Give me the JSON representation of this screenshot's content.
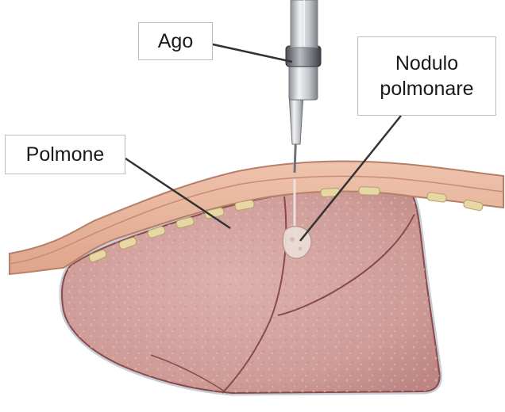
{
  "labels": {
    "needle": "Ago",
    "lung": "Polmone",
    "nodule_line1": "Nodulo",
    "nodule_line2": "polmonare"
  },
  "colors": {
    "lung_fill": "#d4a3a0",
    "lung_outline": "#8a4a4a",
    "chest_wall": "#e7b49c",
    "chest_wall_edge": "#b77e68",
    "rib_fill": "#e6d7a4",
    "pleura": "#c7ccd6",
    "needle_steel": "#c4c7cb",
    "leader_line": "#333333"
  }
}
